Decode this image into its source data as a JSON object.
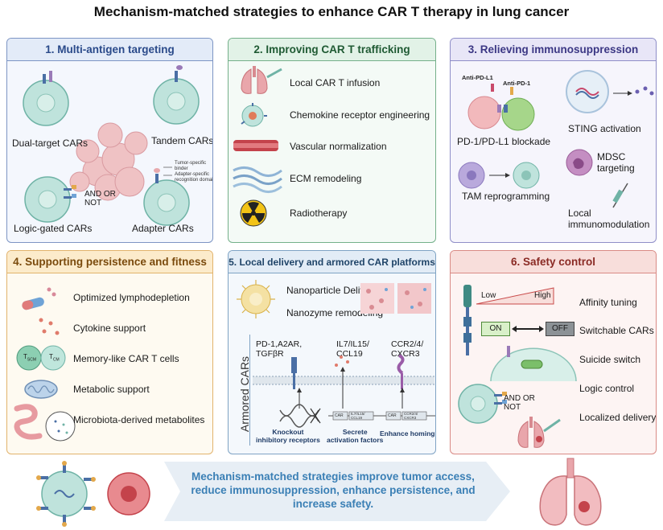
{
  "title": "Mechanism-matched strategies to enhance CAR T therapy in lung cancer",
  "panels": {
    "p1": {
      "header": "1.  Multi-antigen targeting",
      "dual": "Dual-target CARs",
      "tandem": "Tandem CARs",
      "logic": "Logic-gated CARs",
      "logic_ops": "AND OR\nNOT",
      "adapter": "Adapter CARs",
      "binder_note": "Tumor-specific\nbinder",
      "adapter_note": "Adapter-specific\nrecognition domain"
    },
    "p2": {
      "header": "2. Improving CAR T trafficking",
      "items": [
        "Local CAR T infusion",
        "Chemokine receptor engineering",
        "Vascular normalization",
        "ECM remodeling",
        "Radiotherapy"
      ]
    },
    "p3": {
      "header": "3. Relieving immunosuppression",
      "anti_pdl1": "Anti-PD-L1",
      "anti_pd1": "Anti-PD-1",
      "blockade": "PD-1/PD-L1 blockade",
      "sting": "STING activation",
      "mdsc": "MDSC\ntargeting",
      "tam": "TAM reprogramming",
      "local": "Local\nimmunomodulation"
    },
    "p4": {
      "header": "4. Supporting persistence and fitness",
      "items": [
        "Optimized lymphodepletion",
        "Cytokine support",
        "Memory-like CAR T cells",
        "Metabolic support",
        "Microbiota-derived metabolites"
      ],
      "tscm": "T",
      "tscm_sub": "SCM",
      "tcm": "T",
      "tcm_sub": "CM"
    },
    "p5": {
      "header": "5. Local delivery and armored CAR platforms",
      "nano_delivery": "Nanoparticle Delivery",
      "nanozyme": "Nanozyme remodeling",
      "armored": "Armored CARs",
      "targets1": "PD-1,A2AR,\nTGFβR",
      "targets2": "IL7/IL15/\nCCL19",
      "targets3": "CCR2/4/\nCXCR3",
      "caption1": "Knockout\ninhibitory receptors",
      "caption2": "Secrete\nactivation factors",
      "caption3": "Enhance homing",
      "gene_car": "CAR",
      "gene2": "IL7/IL15/\nCCL19",
      "gene3": "CCR2/4/\nCXCR3"
    },
    "p6": {
      "header": "6. Safety control",
      "low": "Low",
      "high": "High",
      "on": "ON",
      "off": "OFF",
      "logic_ops": "AND OR\nNOT",
      "items": [
        "Affinity tuning",
        "Switchable CARs",
        "Suicide switch",
        "Logic control",
        "Localized delivery"
      ]
    }
  },
  "footer": "Mechanism-matched strategies improve tumor access,\nreduce immunosuppression, enhance persistence, and\nincrease safety.",
  "colors": {
    "blue_header": "#e3ebf8",
    "green_header": "#e2f2e7",
    "purple_header": "#e8e6f7",
    "orange_header": "#fcebcb",
    "steel_header": "#e2ecf6",
    "red_header": "#f8dedb",
    "tcell": "#bfe3dc",
    "tumor": "#e7a9ad",
    "lung": "#e9a6ab"
  }
}
